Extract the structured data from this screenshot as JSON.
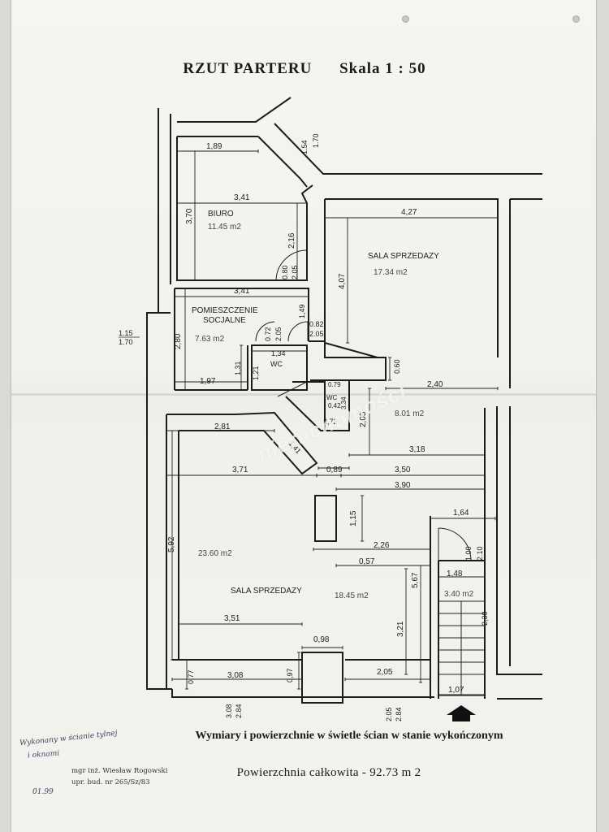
{
  "title": {
    "main": "RZUT PARTERU",
    "scale": "Skala 1 : 50"
  },
  "rooms": {
    "biuro": {
      "name": "BIURO",
      "area": "11.45 m2"
    },
    "socjalne": {
      "name1": "POMIESZCZENIE",
      "name2": "SOCJALNE",
      "area": "7.63 m2"
    },
    "sala_top": {
      "name": "SALA SPRZEDAZY",
      "area": "17.34 m2"
    },
    "sala_bottom": {
      "name": "SALA SPRZEDAZY",
      "area_left": "23.60 m2",
      "area_right": "18.45 m2"
    },
    "mid": {
      "area": "8.01 m2"
    },
    "stair": {
      "area": "3.40 m2"
    },
    "wc1": {
      "name": "WC"
    },
    "wc2": {
      "name": "WC"
    }
  },
  "dims": {
    "d189": "1,89",
    "d341a": "3,41",
    "d370": "3,70",
    "d154": "1.54",
    "d170a": "1.70",
    "d427": "4,27",
    "d407": "4,07",
    "d216": "2,16",
    "d080": "0.80",
    "d205a": "2.05",
    "d341b": "3,41",
    "d149": "1,49",
    "d115": "1.15",
    "d170b": "1.70",
    "d280": "2,80",
    "d072": "0.72",
    "d205b": "2.05",
    "d082": "0.82",
    "d205c": "2.05",
    "d134": "1,34",
    "d131": "1,31",
    "d121": "1,21",
    "d197": "1,97",
    "d060": "0.60",
    "d240": "2,40",
    "d079": "0.79",
    "d042": "0.42",
    "d334": "3.34",
    "d072b": "0,72",
    "d205d": "2,05",
    "d281": "2,81",
    "d141": "1,41",
    "d318": "3,18",
    "d371": "3,71",
    "d089": "0,89",
    "d350": "3,50",
    "d390": "3,90",
    "d592": "5,92",
    "d115b": "1,15",
    "d164": "1,64",
    "d100": "1.00",
    "d210": "2.10",
    "d226": "2,26",
    "d057": "0,57",
    "d567": "5,67",
    "d148": "1,48",
    "d230": "2,30",
    "d351": "3,51",
    "d321": "3,21",
    "d098": "0,98",
    "d077": "0,77",
    "d308": "3,08",
    "d097": "0,97",
    "d205e": "2,05",
    "d107": "1,07",
    "d308b": "3.08",
    "d284": "2.84",
    "d205f": "2.05",
    "d284b": "2.84"
  },
  "watermark": "nieruchomości",
  "footer": {
    "note": "Wymiary i powierzchnie w świetle ścian w stanie wykończonym",
    "total": "Powierzchnia całkowita - 92.73 m 2"
  },
  "signature": {
    "hand1": "Wykonany w ścianie tylnej",
    "hand2": "i oknami",
    "author": "mgr inż. Wiesław Rogowski",
    "license": "upr. bud. nr 265/Sz/83",
    "date": "01.99"
  }
}
